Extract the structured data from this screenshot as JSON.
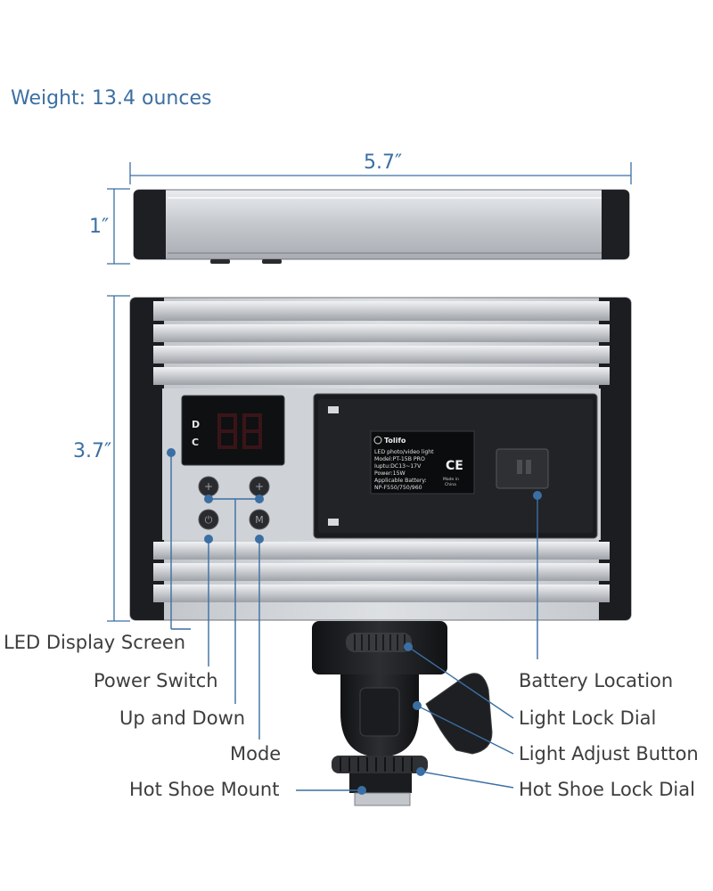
{
  "weight": "Weight: 13.4 ounces",
  "dimensions": {
    "width": "5.7″",
    "depth": "1″",
    "height": "3.7″"
  },
  "display": {
    "letters": [
      "D",
      "C"
    ]
  },
  "battery_plate": {
    "brand": "Tolifo",
    "lines": [
      "LED photo/video light",
      "Model:PT-15B PRO",
      "Iuptu:DC13~17V",
      "Power:15W",
      "Applicable Battery:",
      "NP-F550/750/960"
    ],
    "ce": "CE",
    "made_in": [
      "Made in",
      "China"
    ]
  },
  "labels": {
    "led_display": "LED Display Screen",
    "power_switch": "Power Switch",
    "up_down": "Up and Down",
    "mode": "Mode",
    "hot_shoe_mount": "Hot Shoe Mount",
    "battery_location": "Battery Location",
    "light_lock_dial": "Light Lock Dial",
    "light_adjust_button": "Light Adjust Button",
    "hot_shoe_lock_dial": "Hot Shoe Lock Dial"
  },
  "colors": {
    "accent": "#3b6fa3",
    "label_text": "#3d3d3d",
    "body_silver": "#c9ccd0",
    "panel_black": "#1c1d20"
  }
}
